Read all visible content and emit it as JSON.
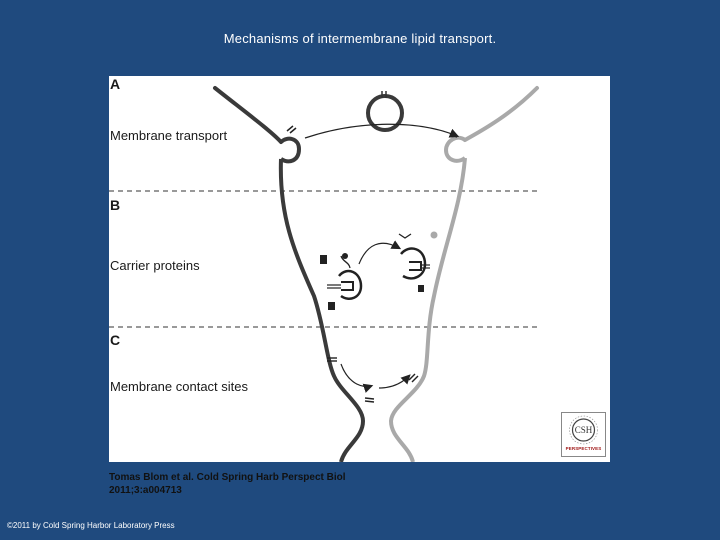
{
  "slide": {
    "title": "Mechanisms of intermembrane lipid transport."
  },
  "figure": {
    "panels": [
      {
        "letter": "A",
        "label": "Membrane transport"
      },
      {
        "letter": "B",
        "label": "Carrier proteins"
      },
      {
        "letter": "C",
        "label": "Membrane contact sites"
      }
    ],
    "colors": {
      "donor_membrane": "#3a3a3a",
      "acceptor_membrane": "#a9a9a9",
      "panel_background": "#ffffff",
      "slide_background": "#1f4a7e"
    },
    "logo": {
      "icon": "csh-perspectives-logo",
      "text": "PERSPECTIVES"
    }
  },
  "citation": {
    "line1": "Tomas Blom et al. Cold Spring Harb Perspect Biol",
    "line2": "2011;3:a004713"
  },
  "footer": {
    "copyright": "©2011 by Cold Spring Harbor Laboratory Press"
  }
}
